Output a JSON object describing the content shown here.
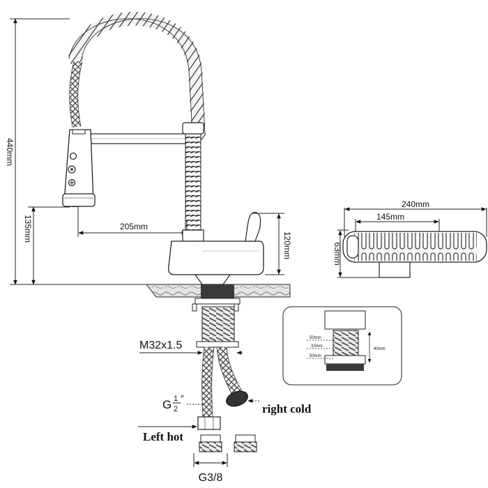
{
  "dimensions": {
    "total_height": "440mm",
    "spout_height": "135mm",
    "spout_reach": "205mm",
    "body_height": "120mm",
    "top_view_length": "240mm",
    "top_view_coil": "145mm",
    "top_view_width": "63mm"
  },
  "threads": {
    "shank": "M32x1.5",
    "hose": "G",
    "hose_fraction_num": "1",
    "hose_fraction_den": "2",
    "hose_inch_mark": "″",
    "adapter": "G3/8"
  },
  "hoses": {
    "hot": "Left hot",
    "cold": "right cold"
  },
  "detail": {
    "top_spacing": "50mm",
    "middle_spacing": "32mm",
    "bottom_spacing": "50mm",
    "total_height": "40mm"
  }
}
